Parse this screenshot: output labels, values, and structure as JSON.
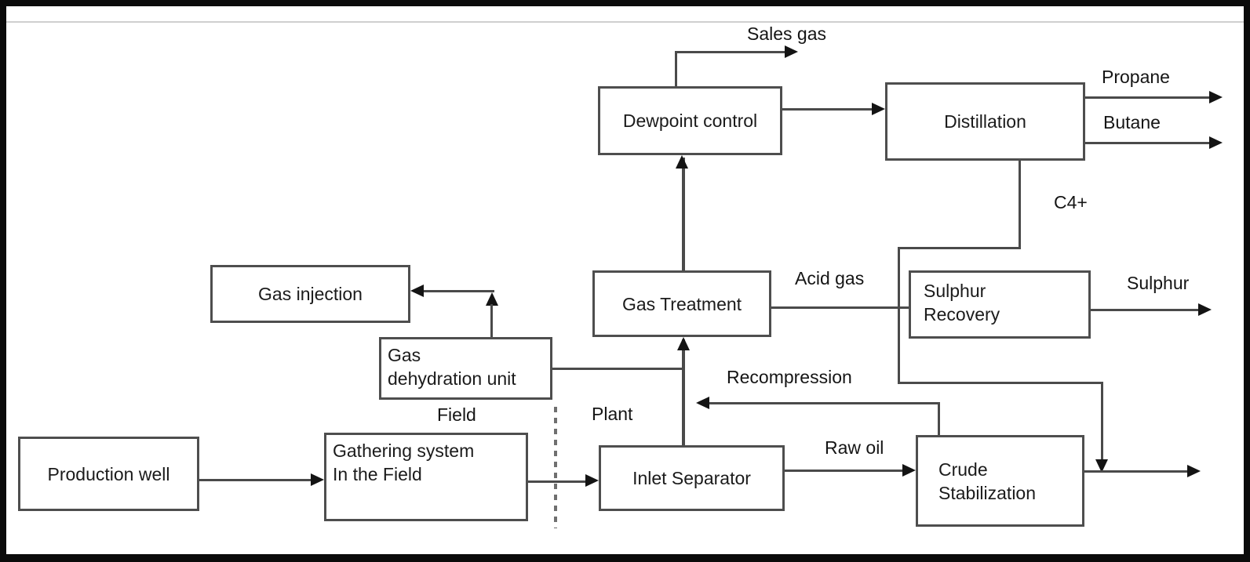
{
  "diagram": {
    "type": "process-flow-diagram",
    "subject": "Natural gas and crude processing from production well to sales products",
    "nodes": [
      {
        "id": "production-well",
        "lines": [
          "Production well"
        ]
      },
      {
        "id": "gathering-system",
        "lines": [
          "Gathering system",
          "In the Field"
        ]
      },
      {
        "id": "inlet-separator",
        "lines": [
          "Inlet Separator"
        ]
      },
      {
        "id": "gas-dehydration-unit",
        "lines": [
          "Gas",
          "dehydration unit"
        ]
      },
      {
        "id": "gas-injection",
        "lines": [
          "Gas injection"
        ]
      },
      {
        "id": "gas-treatment",
        "lines": [
          "Gas Treatment"
        ]
      },
      {
        "id": "dewpoint-control",
        "lines": [
          "Dewpoint control"
        ]
      },
      {
        "id": "distillation",
        "lines": [
          "Distillation"
        ]
      },
      {
        "id": "sulphur-recovery",
        "lines": [
          "Sulphur",
          "Recovery"
        ]
      },
      {
        "id": "crude-stabilization",
        "lines": [
          "Crude",
          "Stabilization"
        ]
      }
    ],
    "labels": [
      {
        "id": "sales-gas",
        "text": "Sales gas"
      },
      {
        "id": "propane",
        "text": "Propane"
      },
      {
        "id": "butane",
        "text": "Butane"
      },
      {
        "id": "c4-plus",
        "text": "C4+"
      },
      {
        "id": "acid-gas",
        "text": "Acid gas"
      },
      {
        "id": "sulphur",
        "text": "Sulphur"
      },
      {
        "id": "recompression",
        "text": "Recompression"
      },
      {
        "id": "raw-oil",
        "text": "Raw oil"
      },
      {
        "id": "field",
        "text": "Field"
      },
      {
        "id": "plant",
        "text": "Plant"
      }
    ],
    "edges": [
      {
        "from": "production-well",
        "to": "gathering-system",
        "label": ""
      },
      {
        "from": "gathering-system",
        "to": "inlet-separator",
        "label": ""
      },
      {
        "from": "inlet-separator",
        "to": "gas-treatment",
        "label": ""
      },
      {
        "from": "gas-dehydration-unit",
        "to": "gas-treatment",
        "label": ""
      },
      {
        "from": "gas-dehydration-unit",
        "to": "gas-injection",
        "label": ""
      },
      {
        "from": "gas-treatment",
        "to": "dewpoint-control",
        "label": ""
      },
      {
        "from": "dewpoint-control",
        "to": "output",
        "label": "Sales gas"
      },
      {
        "from": "dewpoint-control",
        "to": "distillation",
        "label": ""
      },
      {
        "from": "distillation",
        "to": "output",
        "label": "Propane"
      },
      {
        "from": "distillation",
        "to": "output",
        "label": "Butane"
      },
      {
        "from": "distillation",
        "to": "crude-output-line",
        "label": "C4+"
      },
      {
        "from": "gas-treatment",
        "to": "sulphur-recovery",
        "label": "Acid gas"
      },
      {
        "from": "sulphur-recovery",
        "to": "output",
        "label": "Sulphur"
      },
      {
        "from": "crude-stabilization",
        "to": "gas-treatment",
        "label": "Recompression"
      },
      {
        "from": "inlet-separator",
        "to": "crude-stabilization",
        "label": "Raw oil"
      },
      {
        "from": "crude-stabilization",
        "to": "output",
        "label": ""
      }
    ],
    "zones": {
      "left_of_divider": "Field",
      "right_of_divider": "Plant"
    }
  },
  "colors": {
    "background": "#ffffff",
    "frame": "#0b0b0b",
    "box_border": "#4e4e4e",
    "line": "#4a4a4a",
    "arrowhead": "#141414",
    "text": "#1b1b1b",
    "divider_dots": "#6f6f6f"
  }
}
